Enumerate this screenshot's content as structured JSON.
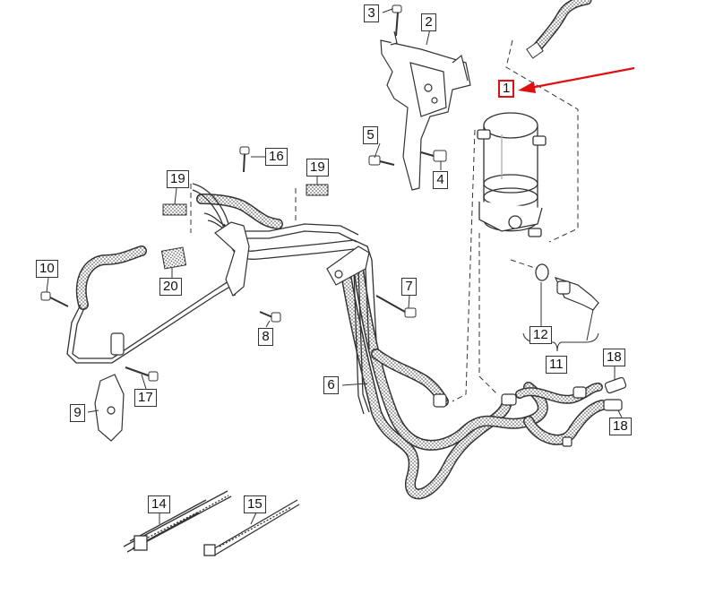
{
  "diagram": {
    "callouts": [
      {
        "id": "c3",
        "text": "3"
      },
      {
        "id": "c2",
        "text": "2"
      },
      {
        "id": "c1",
        "text": "1"
      },
      {
        "id": "c5",
        "text": "5"
      },
      {
        "id": "c4",
        "text": "4"
      },
      {
        "id": "c16",
        "text": "16"
      },
      {
        "id": "c19a",
        "text": "19"
      },
      {
        "id": "c19b",
        "text": "19"
      },
      {
        "id": "c10",
        "text": "10"
      },
      {
        "id": "c20",
        "text": "20"
      },
      {
        "id": "c7",
        "text": "7"
      },
      {
        "id": "c8",
        "text": "8"
      },
      {
        "id": "c12",
        "text": "12"
      },
      {
        "id": "c11",
        "text": "11"
      },
      {
        "id": "c18a",
        "text": "18"
      },
      {
        "id": "c18b",
        "text": "18"
      },
      {
        "id": "c6",
        "text": "6"
      },
      {
        "id": "c17",
        "text": "17"
      },
      {
        "id": "c9",
        "text": "9"
      },
      {
        "id": "c14",
        "text": "14"
      },
      {
        "id": "c15",
        "text": "15"
      }
    ],
    "highlighted_part": "1",
    "colors": {
      "line": "#333333",
      "highlight": "#e01010",
      "hose_fill": "#ffffff"
    }
  }
}
